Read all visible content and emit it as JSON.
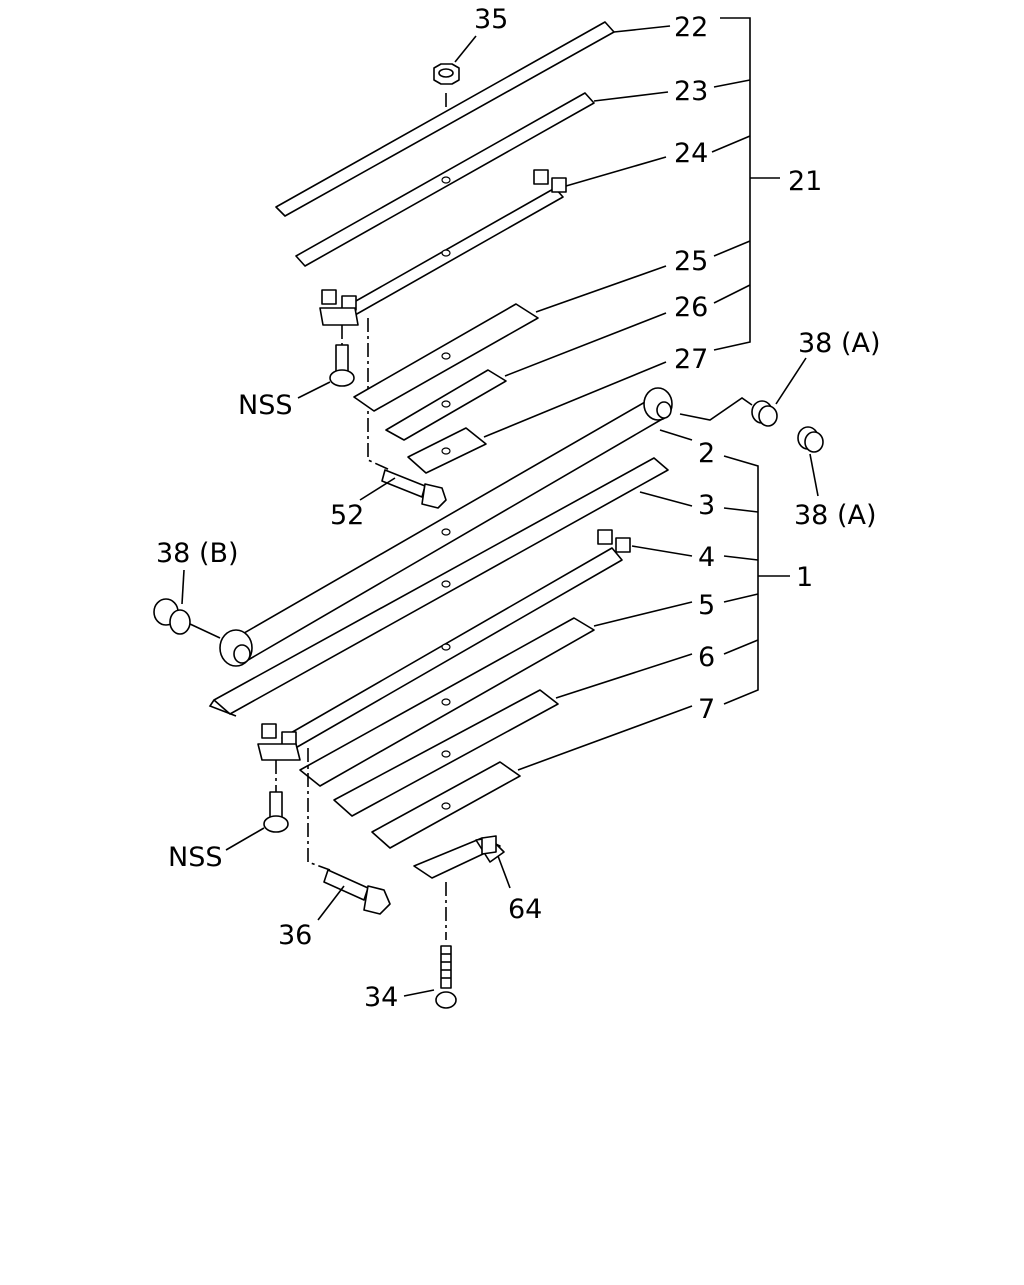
{
  "callouts": {
    "n35": "35",
    "n22": "22",
    "n23": "23",
    "n24": "24",
    "n21": "21",
    "n25": "25",
    "n26": "26",
    "n27": "27",
    "n38a_top": "38 (A)",
    "n38a_bottom": "38 (A)",
    "nss_top": "NSS",
    "n2": "2",
    "n52": "52",
    "n3": "3",
    "n38b": "38 (B)",
    "n4": "4",
    "n1": "1",
    "n5": "5",
    "n6": "6",
    "n7": "7",
    "nss_bottom": "NSS",
    "n64": "64",
    "n36": "36",
    "n34": "34"
  }
}
